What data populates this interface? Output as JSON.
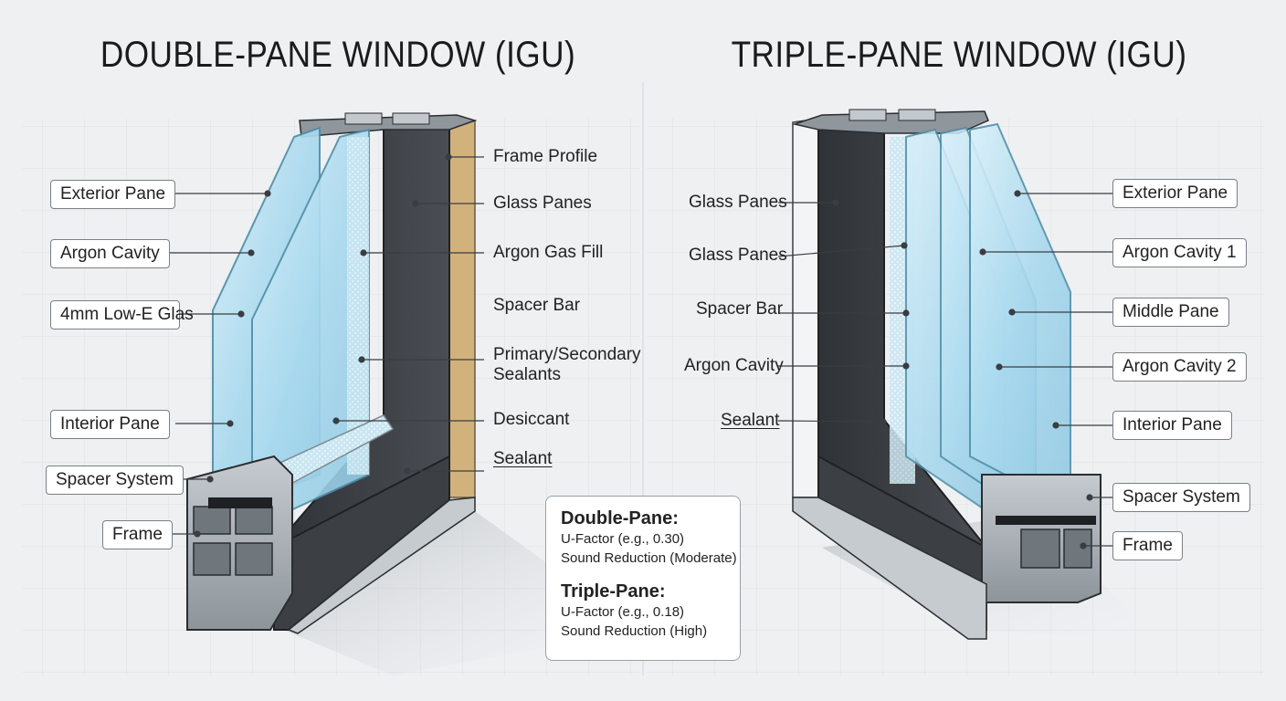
{
  "titles": {
    "left": "DOUBLE-PANE WINDOW (IGU)",
    "right": "TRIPLE-PANE WINDOW (IGU)"
  },
  "double_pane": {
    "boxed_labels": [
      "Exterior Pane",
      "Argon Cavity",
      "4mm Low-E Glas",
      "Interior Pane",
      "Spacer System",
      "Frame"
    ],
    "plain_labels": [
      "Frame Profile",
      "Glass Panes",
      "Argon Gas Fill",
      "Spacer Bar",
      "Primary/Secondary\nSealants",
      "Desiccant",
      "Sealant"
    ]
  },
  "triple_pane": {
    "plain_labels": [
      "Glass Panes",
      "Glass Panes",
      "Spacer Bar",
      "Argon Cavity",
      "Sealant"
    ],
    "boxed_labels": [
      "Exterior Pane",
      "Argon Cavity 1",
      "Middle Pane",
      "Argon Cavity 2",
      "Interior Pane",
      "Spacer System",
      "Frame"
    ]
  },
  "comparison": {
    "double": {
      "heading": "Double-Pane:",
      "u_factor": "U-Factor (e.g., 0.30)",
      "sound": "Sound Reduction (Moderate)"
    },
    "triple": {
      "heading": "Triple-Pane:",
      "u_factor": "U-Factor (e.g., 0.18)",
      "sound": "Sound Reduction (High)"
    }
  },
  "colors": {
    "background": "#eef0f2",
    "frame_dark": "#3a3d42",
    "aluminum": "#a7adb3",
    "glass": "#bfe3f2",
    "glass_edge": "#5f9fb8",
    "wood": "#d2b27c"
  }
}
